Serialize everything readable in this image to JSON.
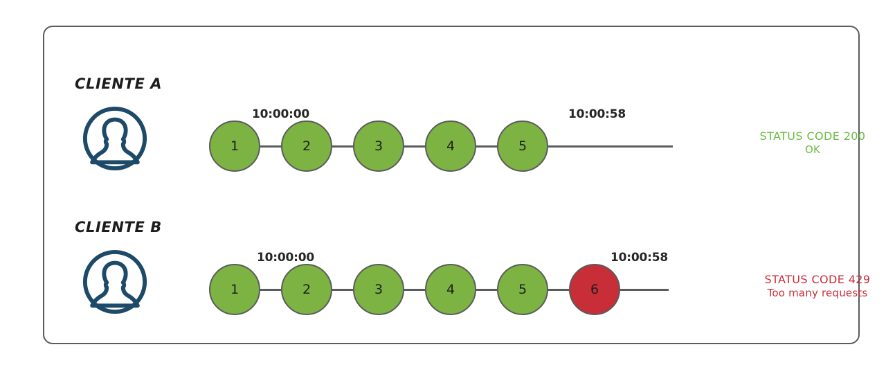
{
  "diagram": {
    "title_hidden": "",
    "frame": {
      "border_color": "#5b5b5b"
    },
    "colors": {
      "node_ok": "#7cb342",
      "node_blocked": "#c72e38",
      "node_border": "#5b5b5b",
      "connector": "#5b5b5b",
      "avatar": "#1c4a68",
      "status_ok_text": "#6cba44",
      "status_blocked_text": "#cc2b3a",
      "timestamp_text": "#262626",
      "label_text": "#1d1d1d"
    },
    "rows": [
      {
        "id": "client-a",
        "label": "CLIENTE A",
        "avatar_icon": "user-avatar-icon",
        "start_time": "10:00:00",
        "end_time": "10:00:58",
        "nodes": [
          {
            "number": "1",
            "state": "ok"
          },
          {
            "number": "2",
            "state": "ok"
          },
          {
            "number": "3",
            "state": "ok"
          },
          {
            "number": "4",
            "state": "ok"
          },
          {
            "number": "5",
            "state": "ok"
          }
        ],
        "status": {
          "line1": "STATUS CODE 200",
          "line2": "OK",
          "state": "ok"
        }
      },
      {
        "id": "client-b",
        "label": "CLIENTE B",
        "avatar_icon": "user-avatar-icon",
        "start_time": "10:00:00",
        "end_time": "10:00:58",
        "nodes": [
          {
            "number": "1",
            "state": "ok"
          },
          {
            "number": "2",
            "state": "ok"
          },
          {
            "number": "3",
            "state": "ok"
          },
          {
            "number": "4",
            "state": "ok"
          },
          {
            "number": "5",
            "state": "ok"
          },
          {
            "number": "6",
            "state": "blocked"
          }
        ],
        "status": {
          "line1": "STATUS CODE 429",
          "line2": "Too many requests",
          "state": "blocked"
        }
      }
    ]
  }
}
